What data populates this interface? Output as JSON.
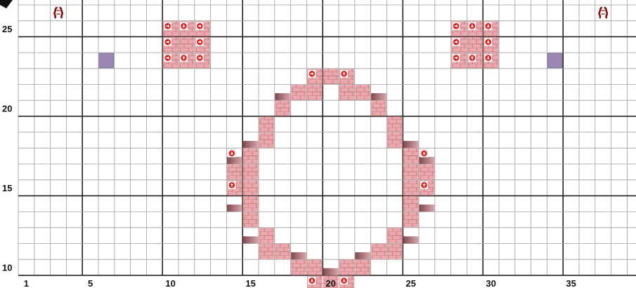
{
  "editor": {
    "columns": 39,
    "rows_visible": 17,
    "row_start": 9,
    "grid_color": "#9e9e9e",
    "major_line_color": "#222222",
    "brick_color": "#e9a9ad",
    "brick_mortar": "#c97c82",
    "brick_shade": "#8a5055",
    "marker_color": "#9d88b5",
    "badge_color": "#d91e1e"
  },
  "axes": {
    "x_labels": [
      "1",
      "5",
      "10",
      "15",
      "20",
      "25",
      "30",
      "35"
    ],
    "y_labels": [
      "25",
      "20",
      "15",
      "10"
    ]
  },
  "items": {
    "figures": [
      {
        "col": 3,
        "row": 26,
        "icon": "figure-icon"
      },
      {
        "col": 37,
        "row": 26,
        "icon": "figure-icon"
      }
    ],
    "markers": [
      {
        "col": 6,
        "row": 23
      },
      {
        "col": 34,
        "row": 23
      }
    ],
    "bricks": [
      {
        "col": 10,
        "row": 25
      },
      {
        "col": 11,
        "row": 25
      },
      {
        "col": 12,
        "row": 25
      },
      {
        "col": 10,
        "row": 24
      },
      {
        "col": 11,
        "row": 24
      },
      {
        "col": 12,
        "row": 24
      },
      {
        "col": 10,
        "row": 23
      },
      {
        "col": 11,
        "row": 23
      },
      {
        "col": 12,
        "row": 23
      },
      {
        "col": 28,
        "row": 25
      },
      {
        "col": 29,
        "row": 25
      },
      {
        "col": 30,
        "row": 25
      },
      {
        "col": 28,
        "row": 24
      },
      {
        "col": 29,
        "row": 24
      },
      {
        "col": 30,
        "row": 24
      },
      {
        "col": 28,
        "row": 23
      },
      {
        "col": 29,
        "row": 23
      },
      {
        "col": 30,
        "row": 23
      },
      {
        "col": 19,
        "row": 22
      },
      {
        "col": 20,
        "row": 22
      },
      {
        "col": 21,
        "row": 22
      },
      {
        "col": 18,
        "row": 21
      },
      {
        "col": 19,
        "row": 21
      },
      {
        "col": 21,
        "row": 21
      },
      {
        "col": 22,
        "row": 21
      },
      {
        "col": 17,
        "row": 20
      },
      {
        "col": 23,
        "row": 20
      },
      {
        "col": 16,
        "row": 19
      },
      {
        "col": 24,
        "row": 19
      },
      {
        "col": 16,
        "row": 18
      },
      {
        "col": 24,
        "row": 18
      },
      {
        "col": 15,
        "row": 17
      },
      {
        "col": 25,
        "row": 17
      },
      {
        "col": 14,
        "row": 16
      },
      {
        "col": 15,
        "row": 16
      },
      {
        "col": 25,
        "row": 16
      },
      {
        "col": 26,
        "row": 16
      },
      {
        "col": 14,
        "row": 15
      },
      {
        "col": 15,
        "row": 15
      },
      {
        "col": 25,
        "row": 15
      },
      {
        "col": 26,
        "row": 15
      },
      {
        "col": 15,
        "row": 14
      },
      {
        "col": 25,
        "row": 14
      },
      {
        "col": 15,
        "row": 13
      },
      {
        "col": 25,
        "row": 13
      },
      {
        "col": 16,
        "row": 12
      },
      {
        "col": 24,
        "row": 12
      },
      {
        "col": 16,
        "row": 11
      },
      {
        "col": 17,
        "row": 11
      },
      {
        "col": 23,
        "row": 11
      },
      {
        "col": 24,
        "row": 11
      },
      {
        "col": 18,
        "row": 10
      },
      {
        "col": 19,
        "row": 10
      },
      {
        "col": 21,
        "row": 10
      },
      {
        "col": 22,
        "row": 10
      },
      {
        "col": 19,
        "row": 9
      },
      {
        "col": 20,
        "row": 9
      },
      {
        "col": 21,
        "row": 9
      }
    ],
    "shades": [
      {
        "col": 17,
        "row": 21
      },
      {
        "col": 23,
        "row": 21
      },
      {
        "col": 15,
        "row": 18
      },
      {
        "col": 25,
        "row": 18
      },
      {
        "col": 14,
        "row": 17
      },
      {
        "col": 26,
        "row": 17
      },
      {
        "col": 14,
        "row": 14
      },
      {
        "col": 26,
        "row": 14
      },
      {
        "col": 15,
        "row": 12
      },
      {
        "col": 25,
        "row": 12
      },
      {
        "col": 18,
        "row": 11
      },
      {
        "col": 22,
        "row": 11
      },
      {
        "col": 20,
        "row": 10
      }
    ],
    "badges": [
      {
        "col": 10,
        "row": 25,
        "dir": "right"
      },
      {
        "col": 11,
        "row": 25,
        "dir": "down"
      },
      {
        "col": 12,
        "row": 25,
        "dir": "right"
      },
      {
        "col": 10,
        "row": 24,
        "dir": "right"
      },
      {
        "col": 12,
        "row": 24,
        "dir": "right"
      },
      {
        "col": 10,
        "row": 23,
        "dir": "right"
      },
      {
        "col": 11,
        "row": 23,
        "dir": "up"
      },
      {
        "col": 12,
        "row": 23,
        "dir": "right"
      },
      {
        "col": 28,
        "row": 25,
        "dir": "right"
      },
      {
        "col": 29,
        "row": 25,
        "dir": "down"
      },
      {
        "col": 30,
        "row": 25,
        "dir": "down"
      },
      {
        "col": 28,
        "row": 24,
        "dir": "right"
      },
      {
        "col": 30,
        "row": 24,
        "dir": "down"
      },
      {
        "col": 28,
        "row": 23,
        "dir": "right"
      },
      {
        "col": 29,
        "row": 23,
        "dir": "up"
      },
      {
        "col": 30,
        "row": 23,
        "dir": "down"
      },
      {
        "col": 19,
        "row": 22,
        "dir": "right"
      },
      {
        "col": 21,
        "row": 22,
        "dir": "up"
      },
      {
        "col": 14,
        "row": 17,
        "dir": "down"
      },
      {
        "col": 14,
        "row": 15,
        "dir": "up"
      },
      {
        "col": 26,
        "row": 17,
        "dir": "down"
      },
      {
        "col": 26,
        "row": 15,
        "dir": "up"
      },
      {
        "col": 19,
        "row": 9,
        "dir": "down"
      },
      {
        "col": 21,
        "row": 9,
        "dir": "down"
      }
    ]
  }
}
